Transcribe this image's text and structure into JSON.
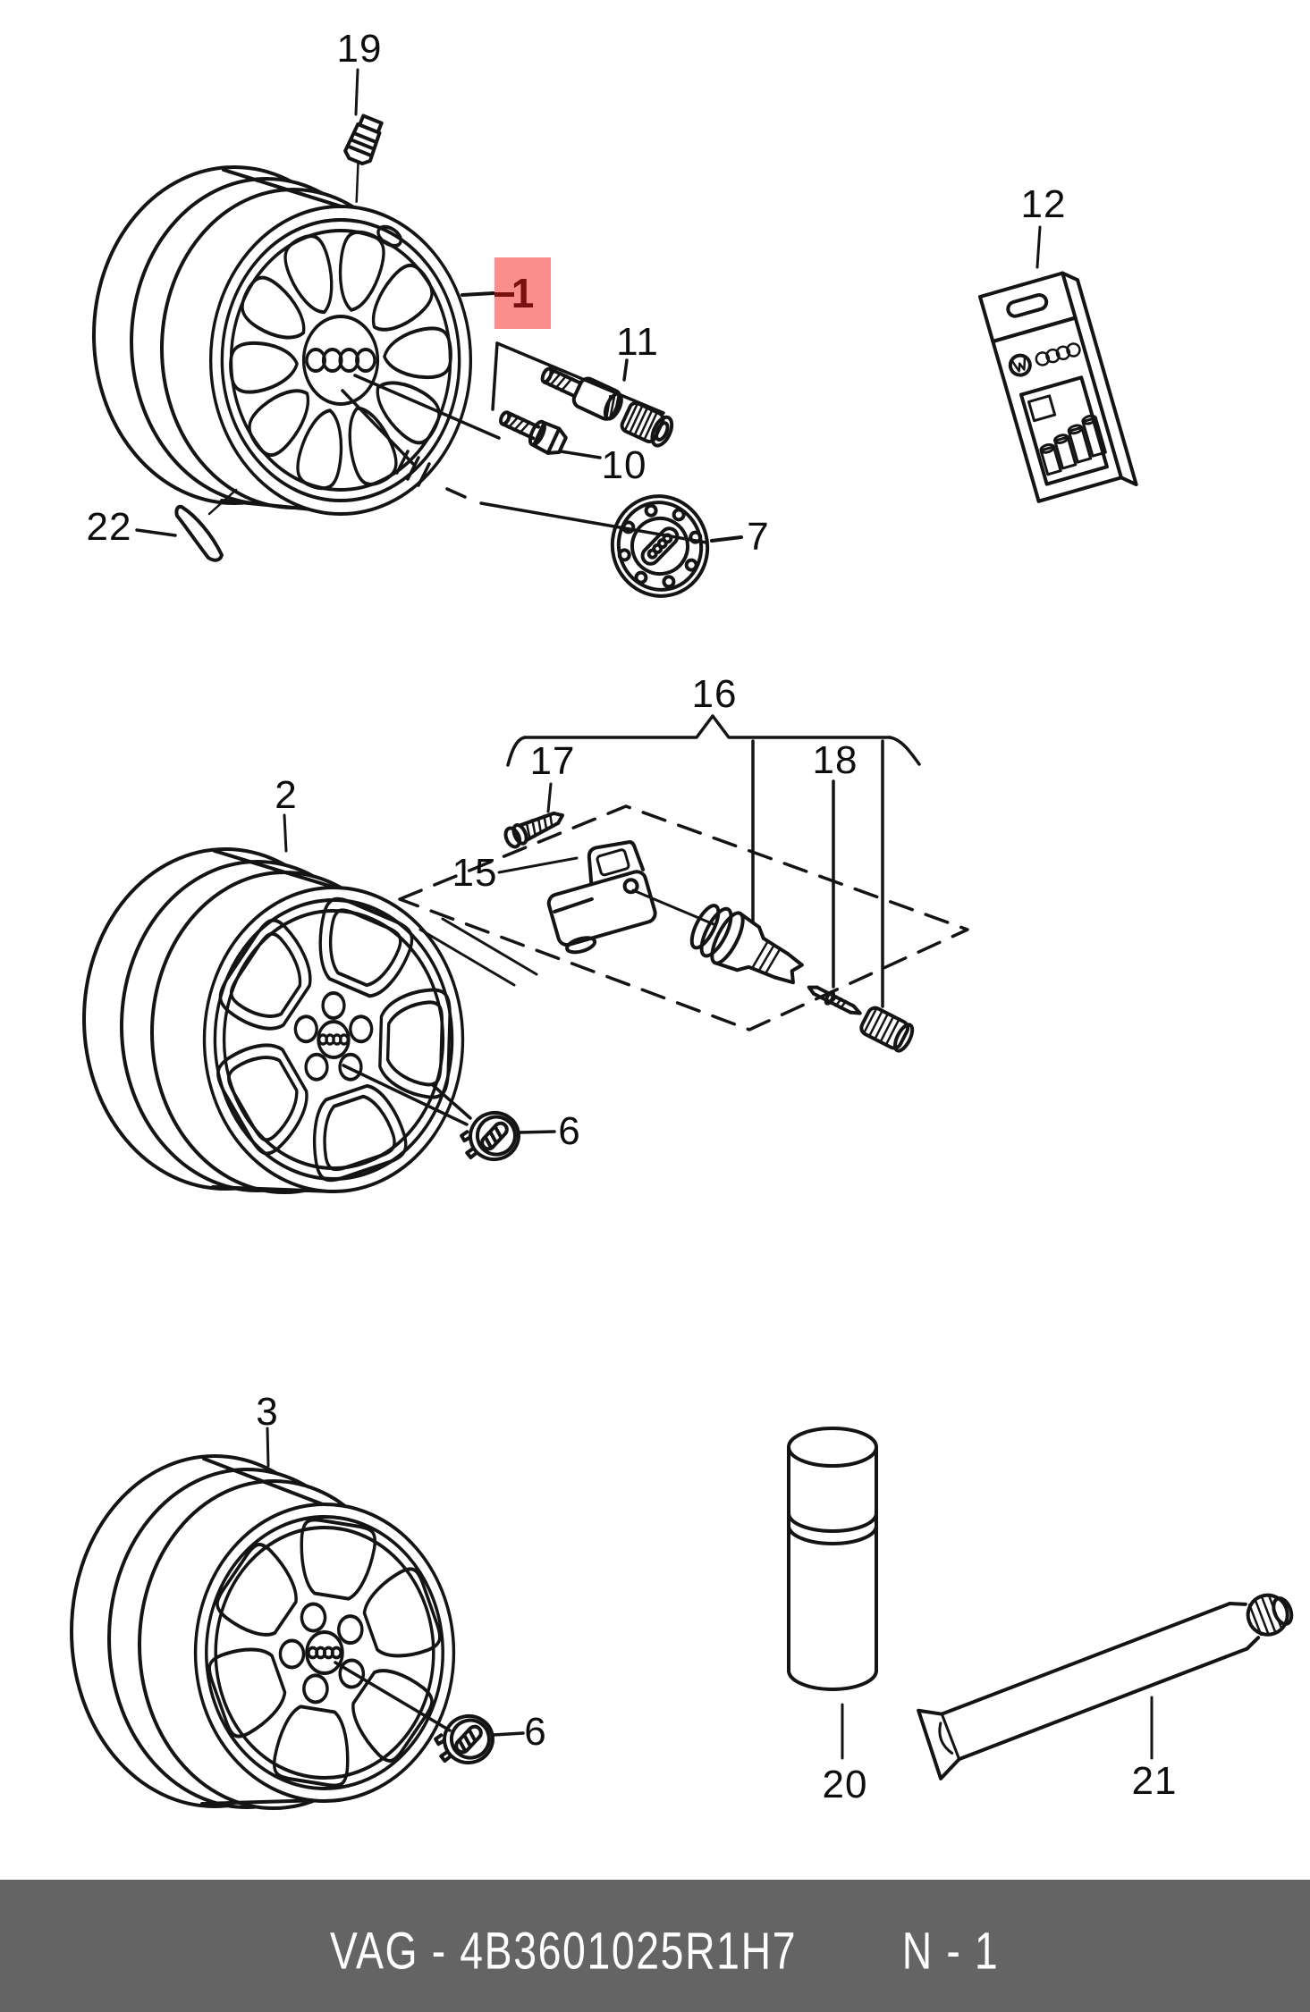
{
  "diagram": {
    "callouts": {
      "c2": "2",
      "c3": "3",
      "c6_mid": "6",
      "c6_bottom": "6",
      "c7": "7",
      "c10": "10",
      "c11": "11",
      "c12": "12",
      "c15": "15",
      "c16": "16",
      "c17": "17",
      "c18": "18",
      "c19": "19",
      "c20": "20",
      "c21": "21",
      "c22": "22"
    },
    "highlight": {
      "label": "1",
      "box_color": "#fb8d8d",
      "text_color": "#7a1111"
    },
    "line_color": "#141414"
  },
  "footer": {
    "part_code": "VAG - 4B3601025R1H7",
    "page_ref": "N - 1",
    "bar_color": "#646464",
    "text_color": "#ffffff"
  }
}
